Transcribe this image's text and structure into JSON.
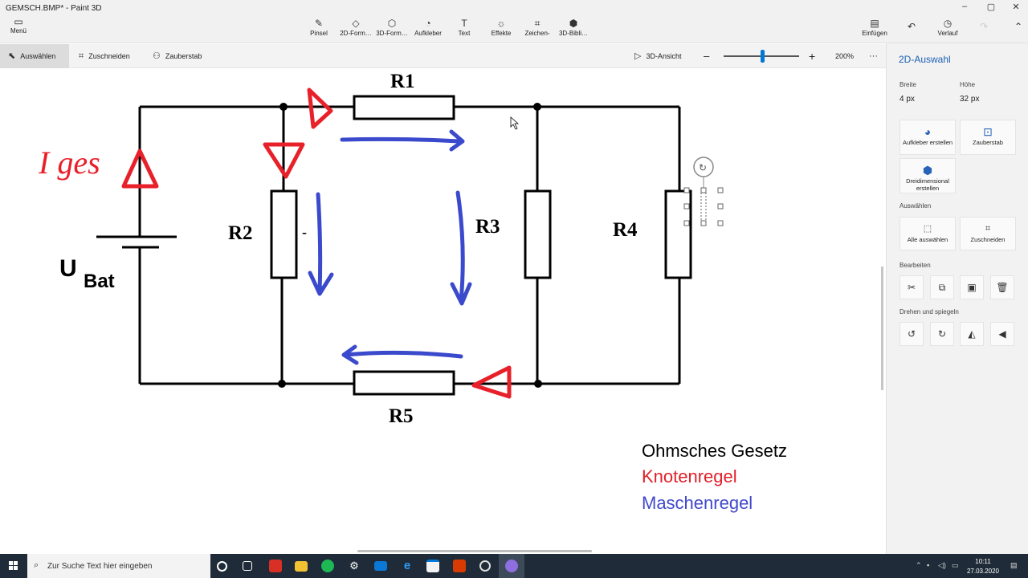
{
  "window": {
    "title": "GEMSCH.BMP* - Paint 3D",
    "minimize": "–",
    "maximize": "▢",
    "close": "✕"
  },
  "menu": {
    "label": "Menü",
    "icon": "folder-icon"
  },
  "toolbar": {
    "tools": [
      {
        "label": "Pinsel",
        "icon": "brush-icon"
      },
      {
        "label": "2D-Form…",
        "icon": "2d-shapes-icon"
      },
      {
        "label": "3D-Form…",
        "icon": "3d-shapes-icon"
      },
      {
        "label": "Aufkleber",
        "icon": "sticker-icon"
      },
      {
        "label": "Text",
        "icon": "text-icon"
      },
      {
        "label": "Effekte",
        "icon": "effects-icon"
      },
      {
        "label": "Zeichen-",
        "icon": "canvas-icon"
      },
      {
        "label": "3D-Bibli…",
        "icon": "3d-library-icon"
      }
    ],
    "insert": "Einfügen",
    "history": "Verlauf"
  },
  "subbar": {
    "select": "Auswählen",
    "crop": "Zuschneiden",
    "magic_select": "Zauberstab",
    "view3d": "3D-Ansicht",
    "zoom_minus": "–",
    "zoom_plus": "+",
    "zoom_level": "200%",
    "zoom_fraction": 0.5,
    "more": "···"
  },
  "drawing": {
    "labels": {
      "r1": "R1",
      "r2": "R2",
      "r3": "R3",
      "r4": "R4",
      "r5": "R5",
      "u": "U",
      "bat": "Bat",
      "iges": "I ges",
      "minus": "-"
    },
    "legend": [
      {
        "text": "Ohmsches Gesetz",
        "color": "#111111"
      },
      {
        "text": "Knotenregel",
        "color": "#e0202a"
      },
      {
        "text": "Maschenregel",
        "color": "#4048cc"
      }
    ],
    "colors": {
      "wire": "#000000",
      "red": "#e8202a",
      "blue": "#3b4acc"
    }
  },
  "panel": {
    "title": "2D-Auswahl",
    "width_label": "Breite",
    "width_value": "4 px",
    "height_label": "Höhe",
    "height_value": "32 px",
    "make_sticker": "Aufkleber erstellen",
    "magic_select": "Zauberstab",
    "make_3d": "Dreidimensional erstellen",
    "select_heading": "Auswählen",
    "select_all": "Alle auswählen",
    "crop": "Zuschneiden",
    "edit_heading": "Bearbeiten",
    "rotate_heading": "Drehen und spiegeln"
  },
  "taskbar": {
    "search_placeholder": "Zur Suche Text hier eingeben",
    "time": "10:11",
    "date": "27.03.2020",
    "apps": [
      "task-view-icon",
      "timeline-icon",
      "pdf-app-icon",
      "file-explorer-icon",
      "spotify-icon",
      "settings-icon",
      "mail-icon",
      "edge-icon",
      "store-icon",
      "office-icon",
      "obs-icon",
      "paint3d-icon"
    ]
  }
}
